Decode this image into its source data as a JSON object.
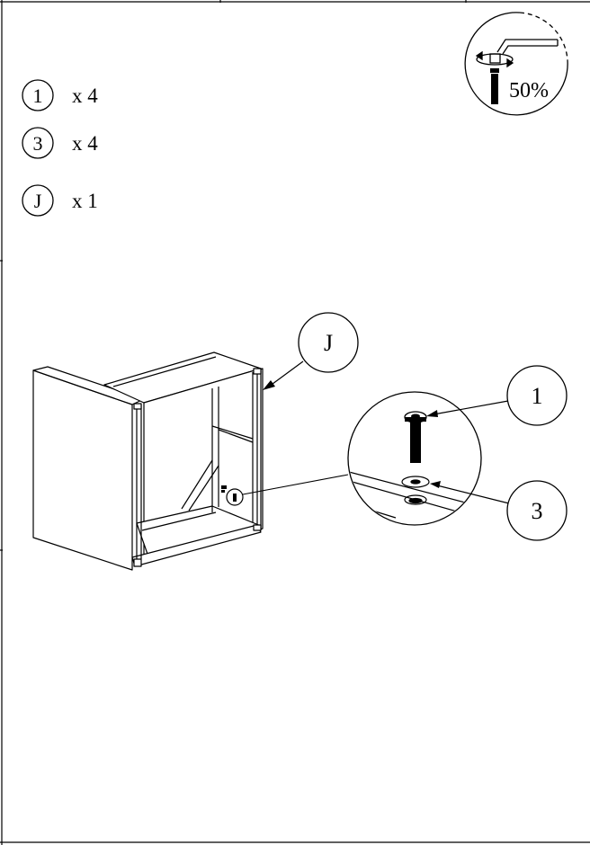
{
  "parts": [
    {
      "id": "1",
      "qty": "x 4"
    },
    {
      "id": "3",
      "qty": "x 4"
    },
    {
      "id": "J",
      "qty": "x 1"
    }
  ],
  "tool": {
    "percent": "50%",
    "icon": "allen-key-icon"
  },
  "callouts": {
    "panel": "J",
    "screw": "1",
    "washer": "3"
  }
}
